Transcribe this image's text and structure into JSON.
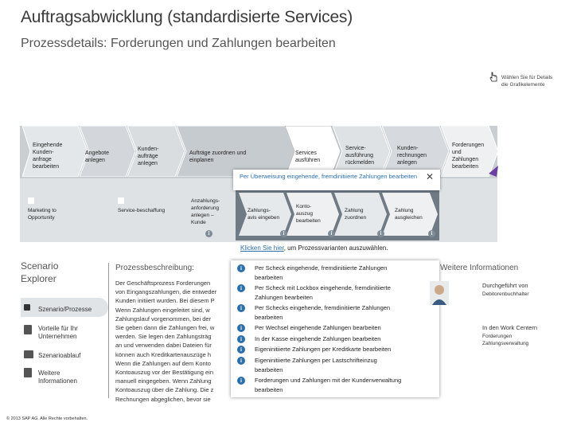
{
  "header": {
    "title": "Auftragsabwicklung (standardisierte Services)",
    "subtitle": "Prozessdetails: Forderungen und Zahlungen bearbeiten"
  },
  "hint": {
    "line1": "Wählen Sie für Details",
    "line2": "die Grafikelemente"
  },
  "process_steps": [
    {
      "line1": "Eingehende",
      "line2": "Kunden-",
      "line3": "anfrage",
      "line4": "bearbeiten"
    },
    {
      "line1": "Angebote",
      "line2": "anlegen",
      "line3": "",
      "line4": ""
    },
    {
      "line1": "Kunden-",
      "line2": "aufträge",
      "line3": "anlegen",
      "line4": ""
    },
    {
      "line1": "Aufträge zuordnen und",
      "line2": "einplanen",
      "line3": "",
      "line4": ""
    },
    {
      "line1": "Services",
      "line2": "ausführen",
      "line3": "",
      "line4": ""
    },
    {
      "line1": "Service-",
      "line2": "ausführung",
      "line3": "rückmelden",
      "line4": ""
    },
    {
      "line1": "Kunden-",
      "line2": "rechnungen",
      "line3": "anlegen",
      "line4": ""
    },
    {
      "line1": "Forderungen",
      "line2": "und",
      "line3": "Zahlungen",
      "line4": "bearbeiten"
    }
  ],
  "lane2": {
    "marketing": "Marketing to Opportunity",
    "service": "Service-beschaffung",
    "anzahlung": [
      "Anzahlungs-",
      "anforderung",
      "anlegen –",
      "Kunde"
    ],
    "zahlungsavis": [
      "Zahlungs-",
      "avis eingeben"
    ],
    "kontoauszug": [
      "Konto-",
      "auszug",
      "bearbeiten"
    ],
    "zahlung_zuordnen": [
      "Zahlung",
      "zuordnen"
    ],
    "zahlung_ausgleichen": [
      "Zahlung",
      "ausgleichen"
    ]
  },
  "top_popup": {
    "text": "Per Überweisung eingehende, fremdinitiierte Zahlungen bearbeiten",
    "close": "✕"
  },
  "variant_link": {
    "link": "Klicken Sie hier",
    "rest": ", um Prozessvarianten auszuwählen."
  },
  "explorer": {
    "title_line1": "Scenario",
    "title_line2": "Explorer",
    "items": [
      "Szenario/Prozesse",
      "Vorteile für Ihr",
      "Unternehmen",
      "Szenarioablauf",
      "Weitere",
      "Informationen"
    ]
  },
  "process_description": {
    "heading": "Prozessbeschreibung:",
    "lines": [
      "Der Geschäftsprozess Forderungen",
      "von Eingangszahlungen, die entweder",
      "Kunden initiiert wurden. Bei diesem P",
      "Wenn Zahlungen eingeleitet sind, w",
      "Zahlungslauf vorgenommen, bei der",
      "Sie geben dann die Zahlungen frei, w",
      "werden. Sie legen den Zahlungsträg",
      "an und verwenden dabei Dateien für",
      "können auch Kreditkartenauszüge h",
      "Wenn die Zahlungen auf dem Konto",
      "Kontoauszug vor der Bestätigung ein",
      "manuell eingegeben. Wenn Zahlung",
      "Kontoauszug über die Zahlung. Die z",
      "Rechnungen abgeglichen, bevor sie"
    ]
  },
  "variants_popup": [
    {
      "line1": "Per Scheck eingehende, fremdinitiierte Zahlungen",
      "line2": "bearbeiten"
    },
    {
      "line1": "Per Scheck mit Lockbox eingehende, fremdinitiierte",
      "line2": "Zahlungen   bearbeiten"
    },
    {
      "line1": "Per Schecks eingehende, fremdinitiierte Zahlungen",
      "line2": "bearbeiten"
    },
    {
      "line1": "Per Wechsel eingehende Zahlungen bearbeiten",
      "line2": ""
    },
    {
      "line1": "In der Kasse eingehende Zahlungen bearbeiten",
      "line2": ""
    },
    {
      "line1": "Eigeninitiierte Zahlungen per Kreditkarte bearbeiten",
      "line2": ""
    },
    {
      "line1": "Eigeninitiierte Zahlungen per Lastschrifteinzug",
      "line2": "bearbeiten"
    },
    {
      "line1": "Forderungen und Zahlungen mit der Kundenverwaltung",
      "line2": "bearbeiten"
    }
  ],
  "more_info": {
    "heading": "Weitere Informationen",
    "performed_by": "Durchgeführt von",
    "performed_by_value": "Debitorenbuchhalter",
    "work_center": "In den Work Centern",
    "work_center_value1": "Forderungen",
    "work_center_value2": "Zahlungsverwaltung"
  },
  "footer": {
    "copyright": "© 2013 SAP AG. Alle Rechte vorbehalten."
  },
  "colors": {
    "accent": "#2d6fa8",
    "chevron": "#cfd3d7",
    "chevron_active": "#ffffff",
    "purple_strip": "#6b3fa0"
  }
}
